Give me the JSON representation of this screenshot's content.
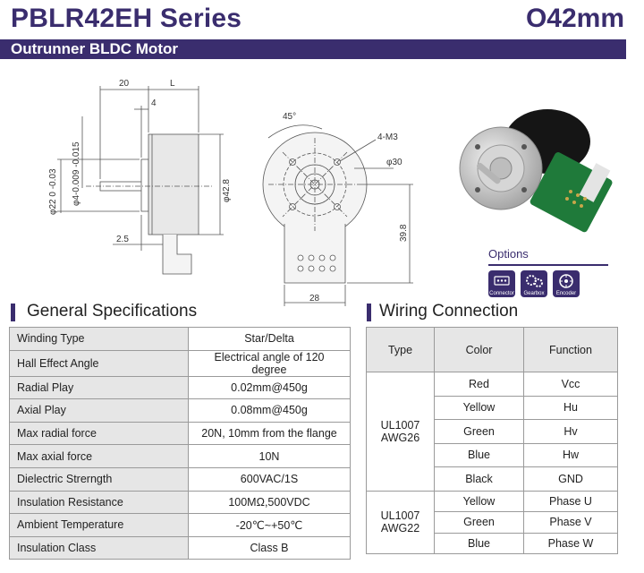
{
  "header": {
    "title": "PBLR42EH Series",
    "size": "O42mm",
    "subtitle": "Outrunner BLDC Motor"
  },
  "drawing": {
    "dim_20": "20",
    "dim_L": "L",
    "dim_4": "4",
    "dim_shaft": "φ4-0.009 -0.015",
    "dim_flange": "φ22 0 -0.03",
    "dim_body": "φ42.8",
    "dim_2_5": "2.5",
    "dim_45": "45°",
    "dim_holes": "4-M3",
    "dim_30": "φ30",
    "dim_39_8": "39.8",
    "dim_28": "28"
  },
  "options": {
    "title": "Options",
    "items": [
      {
        "label": "Connector",
        "icon": "connector-icon"
      },
      {
        "label": "Gearbox",
        "icon": "gearbox-icon"
      },
      {
        "label": "Encoder",
        "icon": "encoder-icon"
      }
    ]
  },
  "general": {
    "title": "General Specifications",
    "rows": [
      {
        "key": "Winding Type",
        "value": "Star/Delta"
      },
      {
        "key": "Hall Effect Angle",
        "value": "Electrical angle of 120 degree"
      },
      {
        "key": "Radial Play",
        "value": "0.02mm@450g"
      },
      {
        "key": "Axial Play",
        "value": "0.08mm@450g"
      },
      {
        "key": "Max radial force",
        "value": "20N, 10mm from the flange"
      },
      {
        "key": "Max axial force",
        "value": "10N"
      },
      {
        "key": "Dielectric Strerngth",
        "value": "600VAC/1S"
      },
      {
        "key": "Insulation Resistance",
        "value": "100MΩ,500VDC"
      },
      {
        "key": "Ambient Temperature",
        "value": "-20℃~+50℃"
      },
      {
        "key": "Insulation Class",
        "value": "Class B"
      }
    ]
  },
  "wiring": {
    "title": "Wiring Connection",
    "headers": [
      "Type",
      "Color",
      "Function"
    ],
    "groups": [
      {
        "type_line1": "UL1007",
        "type_line2": "AWG26",
        "rows": [
          {
            "color": "Red",
            "function": "Vcc"
          },
          {
            "color": "Yellow",
            "function": "Hu"
          },
          {
            "color": "Green",
            "function": "Hv"
          },
          {
            "color": "Blue",
            "function": "Hw"
          },
          {
            "color": "Black",
            "function": "GND"
          }
        ]
      },
      {
        "type_line1": "UL1007",
        "type_line2": "AWG22",
        "rows": [
          {
            "color": "Yellow",
            "function": "Phase U"
          },
          {
            "color": "Green",
            "function": "Phase V"
          },
          {
            "color": "Blue",
            "function": "Phase W"
          }
        ]
      }
    ]
  },
  "colors": {
    "brand": "#3a2d6e",
    "cell_gray": "#e6e6e6",
    "pcb_green": "#1f7a3a"
  }
}
